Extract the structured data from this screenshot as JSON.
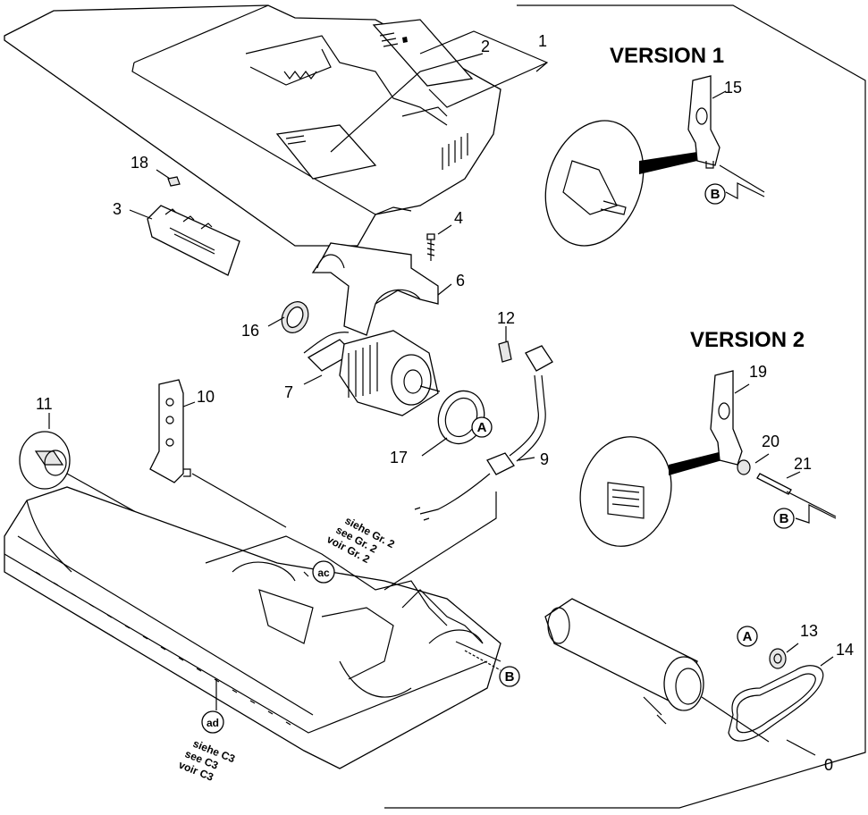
{
  "diagram": {
    "version_titles": [
      "VERSION 1",
      "VERSION 2"
    ],
    "callouts": [
      "0",
      "1",
      "2",
      "3",
      "4",
      "6",
      "7",
      "9",
      "10",
      "11",
      "12",
      "13",
      "14",
      "15",
      "16",
      "17",
      "18",
      "19",
      "20",
      "21"
    ],
    "circle_refs": [
      "A",
      "B",
      "ac",
      "ad"
    ],
    "see_group_2": [
      "siehe Gr. 2",
      "see Gr. 2",
      "voir Gr. 2"
    ],
    "see_c3": [
      "siehe C3",
      "see C3",
      "voir C3"
    ]
  }
}
